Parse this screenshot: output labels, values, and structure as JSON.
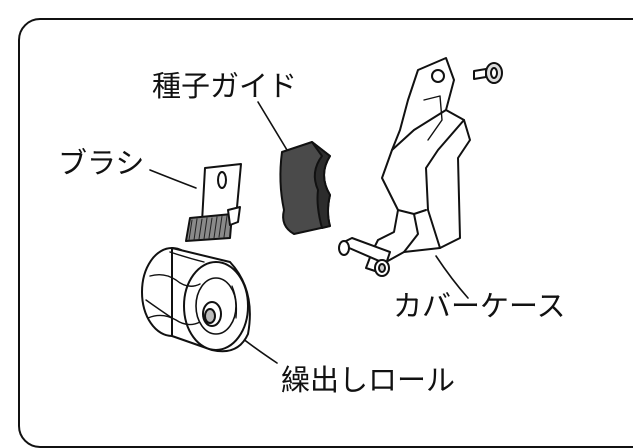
{
  "labels": {
    "seed_guide": "種子ガイド",
    "brush": "ブラシ",
    "cover_case": "カバーケース",
    "feed_roll": "繰出しロール"
  },
  "icons": [
    "brush-part",
    "seed-guide-part",
    "cover-case-part",
    "thumb-screw-part",
    "feed-roll-part"
  ],
  "colors": {
    "line": "#111111",
    "shade": "#4a4a4a",
    "background": "#ffffff"
  }
}
